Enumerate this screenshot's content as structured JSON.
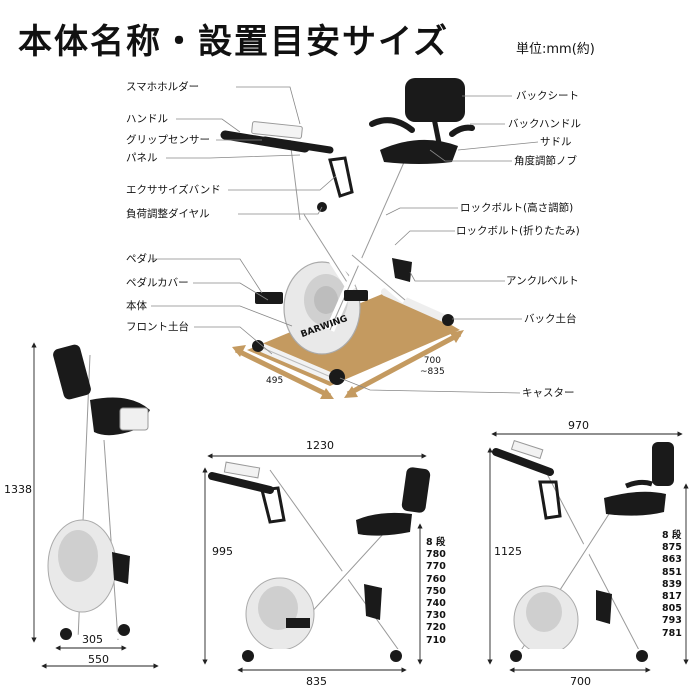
{
  "title": "本体名称・設置目安サイズ",
  "unit": "単位:mm(約)",
  "labels_left": {
    "phone_holder": "スマホホルダー",
    "handle": "ハンドル",
    "grip_sensor": "グリップセンサー",
    "panel": "パネル",
    "exercise_band": "エクササイズバンド",
    "load_dial": "負荷調整ダイヤル",
    "pedal": "ペダル",
    "pedal_cover": "ペダルカバー",
    "body": "本体",
    "front_base": "フロント土台"
  },
  "labels_right": {
    "back_seat": "バックシート",
    "back_handle": "バックハンドル",
    "saddle": "サドル",
    "angle_knob": "角度調節ノブ",
    "lock_bolt_height": "ロックボルト(高さ調節)",
    "lock_bolt_fold": "ロックボルト(折りたたみ)",
    "ankle_belt": "アンクルベルト",
    "back_base": "バック土台",
    "caster": "キャスター"
  },
  "footprint": {
    "width": "495",
    "depth": "700\n~835"
  },
  "brand": "BARWING",
  "folded": {
    "height": "1338",
    "base": "305",
    "width": "550"
  },
  "upright": {
    "length": "1230",
    "height": "995",
    "base": "835",
    "levels_title": "8 段",
    "levels": [
      "780",
      "770",
      "760",
      "750",
      "740",
      "730",
      "720",
      "710"
    ]
  },
  "recumbent": {
    "length": "970",
    "height": "1125",
    "base": "700",
    "levels_title": "8 段",
    "levels": [
      "875",
      "863",
      "851",
      "839",
      "817",
      "805",
      "793",
      "781"
    ]
  },
  "colors": {
    "floor": "#c49a60",
    "frame": "#ffffff",
    "black": "#1a1a1a"
  }
}
